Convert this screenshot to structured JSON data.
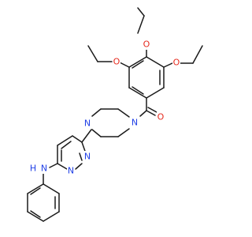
{
  "molecule": {
    "colors": {
      "carbon_bond": "#1a1a1a",
      "nitrogen": "#1f3fe6",
      "oxygen": "#e62b1f",
      "background": "#ffffff"
    },
    "atoms": {
      "o_ethoxy_left": "O",
      "o_ethoxy_top": "O",
      "o_ethoxy_right": "O",
      "o_carbonyl": "O",
      "n_piperazine_1": "N",
      "n_piperazine_4": "N",
      "n_pyridazine_1": "N",
      "n_pyridazine_2": "N",
      "n_amine": "N",
      "h_amine": "H"
    }
  }
}
